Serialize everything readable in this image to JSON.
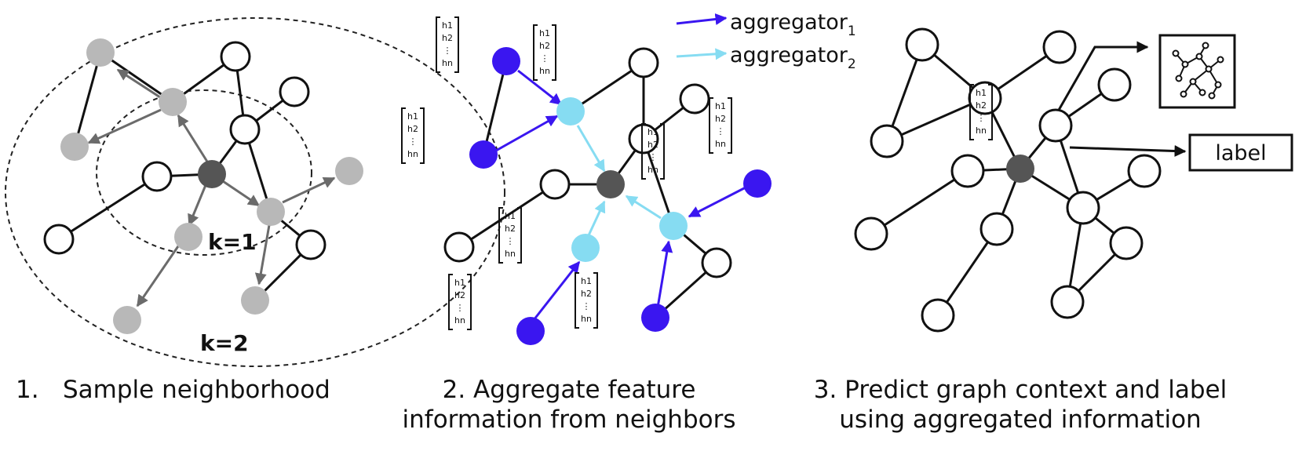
{
  "panel1": {
    "caption_number": "1.",
    "caption_text": "Sample neighborhood",
    "k1_label": "k=1",
    "k2_label": "k=2"
  },
  "panel2": {
    "caption_line1": "2. Aggregate feature",
    "caption_line2": "information from neighbors",
    "legend": [
      {
        "label": "aggregator",
        "subscript": "1",
        "color": "#3a16f0"
      },
      {
        "label": "aggregator",
        "subscript": "2",
        "color": "#86dcf2"
      }
    ],
    "feature_vector": [
      "h1",
      "h2",
      "⋮",
      "hn"
    ]
  },
  "panel3": {
    "caption_line1": "3. Predict graph context and label",
    "caption_line2": "using aggregated information",
    "label_box": "label",
    "graph_icon": "graph-icon"
  },
  "colors": {
    "target_node": "#555555",
    "sampled_node": "#b8b8b8",
    "sample_arrow": "#6b6b6b",
    "aggregator1": "#3a16f0",
    "aggregator2": "#86dcf2"
  }
}
